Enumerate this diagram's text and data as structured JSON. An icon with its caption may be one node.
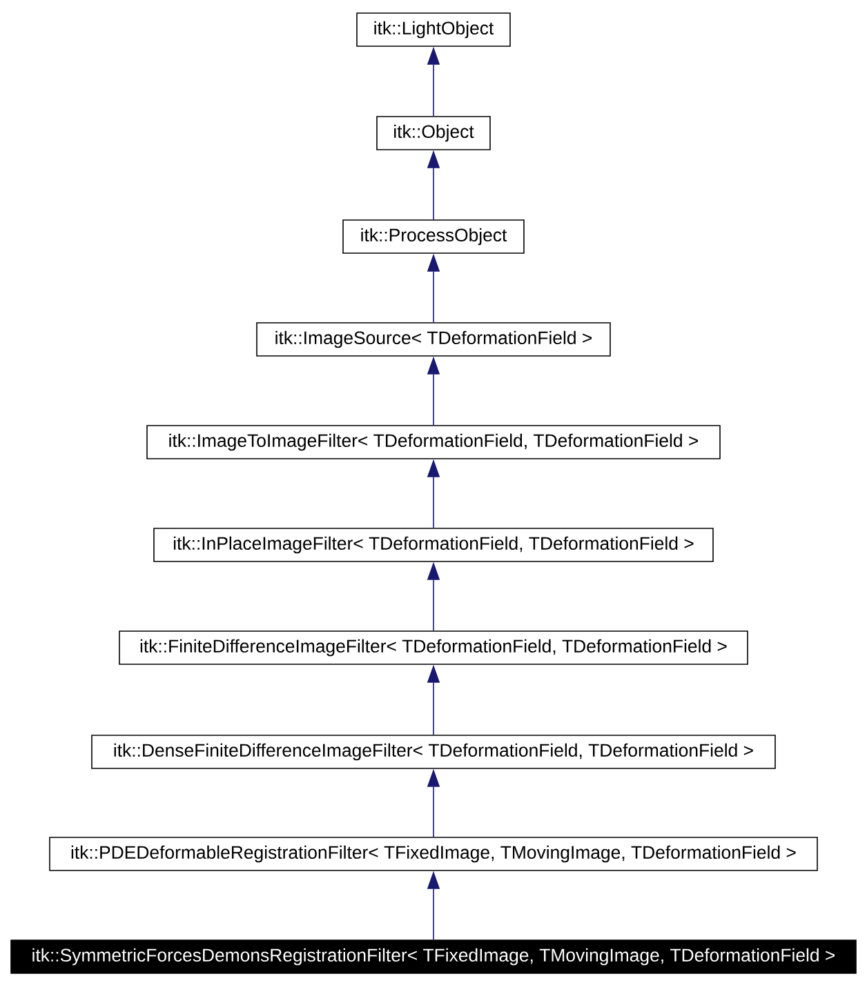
{
  "diagram": {
    "nodes": [
      {
        "text": [
          "itk::LightObject"
        ]
      },
      {
        "text": [
          "itk::Object"
        ]
      },
      {
        "text": [
          "itk::ProcessObject"
        ]
      },
      {
        "text": [
          "itk::ImageSource< TDeformationField >"
        ]
      },
      {
        "text": [
          "itk::ImageToImageFilter< TDeformationField, TDeformationField >"
        ]
      },
      {
        "text": [
          "itk::InPlaceImageFilter< TDeformationField, TDeformationField >"
        ]
      },
      {
        "text": [
          "itk::FiniteDifferenceImageFilter< TDeformationField, TDeformationField >"
        ]
      },
      {
        "text": [
          "itk::DenseFiniteDifferenceImageFilter< TDeformationField, TDeformationField >"
        ]
      },
      {
        "text": [
          "itk::PDEDeformableRegistrationFilter< TFixedImage, TMovingImage, TDeformationField >"
        ]
      },
      {
        "text": [
          "itk::SymmetricForcesDemonsRegistrationFilter< TFixedImage, TMovingImage, TDeformationField >"
        ]
      }
    ],
    "edges": [
      {
        "from": 1,
        "to": 0,
        "arrow": "to"
      },
      {
        "from": 2,
        "to": 1,
        "arrow": "to"
      },
      {
        "from": 3,
        "to": 2,
        "arrow": "to"
      },
      {
        "from": 4,
        "to": 3,
        "arrow": "to"
      },
      {
        "from": 5,
        "to": 4,
        "arrow": "to"
      },
      {
        "from": 6,
        "to": 5,
        "arrow": "to"
      },
      {
        "from": 7,
        "to": 6,
        "arrow": "to"
      },
      {
        "from": 8,
        "to": 7,
        "arrow": "to"
      },
      {
        "from": 9,
        "to": 8,
        "arrow": "to"
      }
    ]
  }
}
